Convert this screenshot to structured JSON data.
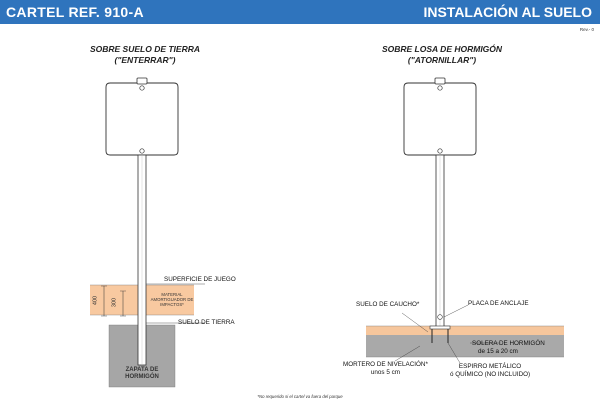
{
  "header": {
    "left_title": "CARTEL REF. 910-A",
    "right_title": "INSTALACIÓN AL SUELO",
    "revision": "Rev.- 0"
  },
  "left_diagram": {
    "title_line1": "SOBRE SUELO DE TIERRA",
    "title_line2": "(\"ENTERRAR\")",
    "surface_label": "SUPERFICIE DE JUEGO",
    "material_line1": "MATERIAL",
    "material_line2": "AMORTIGUADOR DE",
    "material_line3": "IMPACTOS*",
    "dim_outer": "400",
    "dim_inner": "300",
    "ground_label": "SUELO DE TIERRA",
    "footing_line1": "ZAPATA DE",
    "footing_line2": "HORMIGÓN"
  },
  "right_diagram": {
    "title_line1": "SOBRE LOSA DE HORMIGÓN",
    "title_line2": "(\"ATORNILLAR\")",
    "rubber_label": "SUELO DE CAUCHO*",
    "plate_label": "PLACA DE ANCLAJE",
    "slab_line1": "SOLERA DE HORMIGÓN",
    "slab_line2": "de 15 a 20 cm",
    "mortar_line1": "MORTERO DE NIVELACIÓN*",
    "mortar_line2": "unos 5 cm",
    "bolt_line1": "ESPIRRO METÁLICO",
    "bolt_line2": "ó QUÍMICO (NO INCLUIDO)"
  },
  "footnote": "*No requerido si el cartel va fuera del parque",
  "colors": {
    "header_blue": "#2f74bd",
    "impact_material": "#f8c9a0",
    "concrete": "#a9a9a9",
    "rubber_floor": "#f6c69c"
  }
}
